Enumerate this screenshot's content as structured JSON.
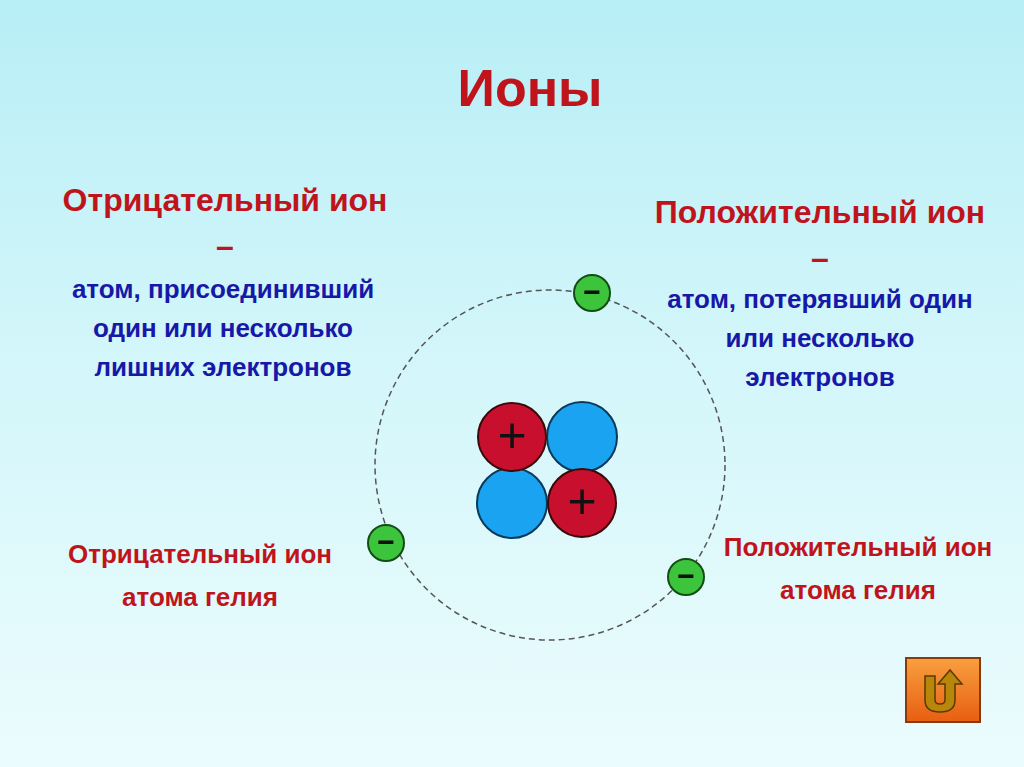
{
  "diagram": {
    "title": "Ионы",
    "nodes": [
      {
        "text": [
          "+"
        ]
      },
      {
        "text": [
          "+"
        ]
      },
      {
        "text": [
          "−"
        ]
      },
      {
        "text": [
          "−"
        ]
      },
      {
        "text": [
          "−"
        ]
      }
    ],
    "labels": [
      "Отрицательный ион –",
      "атом, присоединивший один или несколько лишних электронов",
      "Положительный ион –",
      "атом, потерявший один или несколько электронов",
      "Отрицательный ион атома гелия",
      "Положительный ион атома гелия"
    ]
  }
}
